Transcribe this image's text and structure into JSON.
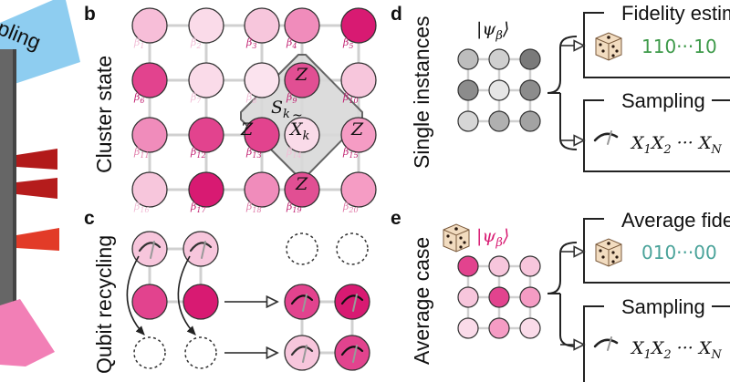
{
  "panel_a": {
    "partial_label": "pling"
  },
  "panel_b": {
    "label": "b",
    "title": "Cluster state",
    "betas": [
      {
        "sym": "β",
        "sub": "1",
        "color": "#f2bdd6"
      },
      {
        "sym": "β",
        "sub": "2",
        "color": "#f2bdd6"
      },
      {
        "sym": "β",
        "sub": "3",
        "color": "#c01c6e"
      },
      {
        "sym": "β",
        "sub": "4",
        "color": "#c01c6e"
      },
      {
        "sym": "β",
        "sub": "5",
        "color": "#c01c6e"
      },
      {
        "sym": "β",
        "sub": "6",
        "color": "#c01c6e"
      },
      {
        "sym": "β",
        "sub": "7",
        "color": "#f2bdd6"
      },
      {
        "sym": "β",
        "sub": "8",
        "color": "#f2bdd6"
      },
      {
        "sym": "β",
        "sub": "9",
        "color": "#c01c6e"
      },
      {
        "sym": "β",
        "sub": "10",
        "color": "#c01c6e"
      },
      {
        "sym": "β",
        "sub": "11",
        "color": "#e07aa8"
      },
      {
        "sym": "β",
        "sub": "12",
        "color": "#c01c6e"
      },
      {
        "sym": "β",
        "sub": "13",
        "color": "#c01c6e"
      },
      {
        "sym": "β",
        "sub": "14",
        "color": "#f2bdd6"
      },
      {
        "sym": "β",
        "sub": "15",
        "color": "#c01c6e"
      },
      {
        "sym": "β",
        "sub": "16",
        "color": "#f2bdd6"
      },
      {
        "sym": "β",
        "sub": "17",
        "color": "#c01c6e"
      },
      {
        "sym": "β",
        "sub": "18",
        "color": "#e07aa8"
      },
      {
        "sym": "β",
        "sub": "19",
        "color": "#c01c6e"
      },
      {
        "sym": "β",
        "sub": "20",
        "color": "#e07aa8"
      }
    ],
    "fills": [
      "#f7bed8",
      "#fadbe9",
      "#f7c6dc",
      "#f08cbb",
      "#d81a72",
      "#e2438e",
      "#fadbe9",
      "#fbe3ee",
      "#e14f93",
      "#f7c6dc",
      "#f08cbb",
      "#e2438e",
      "#e2438e",
      "#fadbe9",
      "#f59cc4",
      "#f7c6dc",
      "#d81a72",
      "#f08cbb",
      "#e14f93",
      "#f59cc4"
    ],
    "stabilizer": {
      "label": "S",
      "sub": "k",
      "center": "X",
      "center_sub": "k",
      "z": "Z"
    }
  },
  "panel_c": {
    "label": "c",
    "title": "Qubit recycling"
  },
  "panel_d": {
    "label": "d",
    "title": "Single instances",
    "ket": "|ψ",
    "ket_sub": "β",
    "ket_end": "⟩",
    "box1_title": "Fidelity estim",
    "box1_bits": "110···10",
    "box2_title": "Sampling",
    "box2_obs": "X",
    "grays": [
      "#bdbdbd",
      "#cfcfcf",
      "#7a7a7a",
      "#8c8c8c",
      "#e6e6e6",
      "#8c8c8c",
      "#d6d6d6",
      "#b0b0b0",
      "#a3a3a3"
    ]
  },
  "panel_e": {
    "label": "e",
    "title": "Average case",
    "ket": "|ψ",
    "ket_sub": "β",
    "ket_end": "⟩",
    "box1_title": "Average fide",
    "box1_bits": "010···00",
    "box2_title": "Sampling",
    "box2_obs": "X",
    "pinks": [
      "#e2438e",
      "#f7c6dc",
      "#f7c6dc",
      "#f7c6dc",
      "#e2438e",
      "#f59cc4",
      "#fadbe9",
      "#f59cc4",
      "#fadbe9"
    ]
  },
  "colors": {
    "green_bits": "#3e9a4a",
    "teal_bits": "#4aa39a",
    "ket_pink": "#d81a72"
  }
}
